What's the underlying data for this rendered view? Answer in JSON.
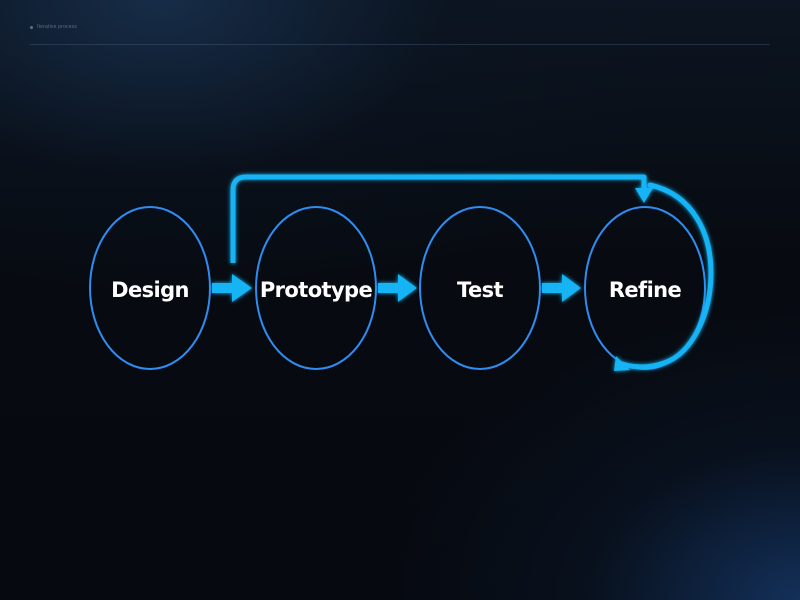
{
  "header": {
    "label": "Iterative process",
    "icon": "dot-icon"
  },
  "nodes": [
    {
      "label": "Design"
    },
    {
      "label": "Prototype"
    },
    {
      "label": "Test"
    },
    {
      "label": "Refine"
    }
  ],
  "colors": {
    "node_stroke": "#2f8cf0",
    "arrow": "#12b4f5",
    "text": "#ffffff",
    "background": "#06090f"
  }
}
